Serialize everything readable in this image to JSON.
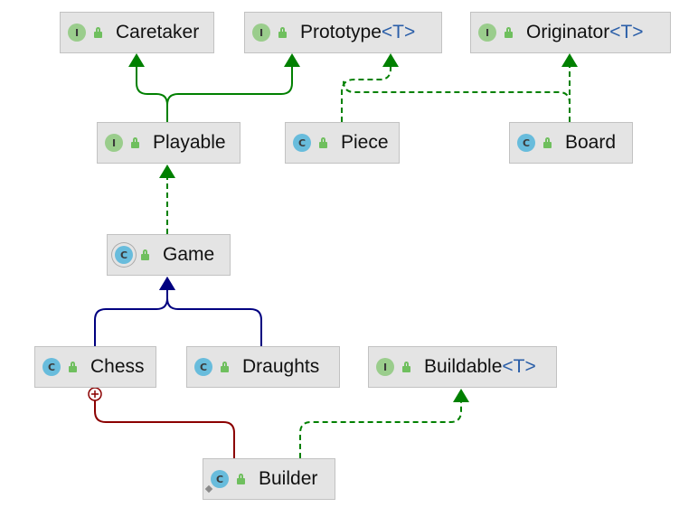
{
  "nodes": [
    {
      "id": "caretaker",
      "name": "Caretaker",
      "type_param": "",
      "kind": "interface",
      "badge": "I"
    },
    {
      "id": "prototype",
      "name": "Prototype",
      "type_param": "<T>",
      "kind": "interface",
      "badge": "I"
    },
    {
      "id": "originator",
      "name": "Originator",
      "type_param": "<T>",
      "kind": "interface",
      "badge": "I"
    },
    {
      "id": "playable",
      "name": "Playable",
      "type_param": "",
      "kind": "interface",
      "badge": "I"
    },
    {
      "id": "piece",
      "name": "Piece",
      "type_param": "",
      "kind": "class",
      "badge": "C"
    },
    {
      "id": "board",
      "name": "Board",
      "type_param": "",
      "kind": "class",
      "badge": "C"
    },
    {
      "id": "game",
      "name": "Game",
      "type_param": "",
      "kind": "abstract",
      "badge": "C"
    },
    {
      "id": "chess",
      "name": "Chess",
      "type_param": "",
      "kind": "class",
      "badge": "C"
    },
    {
      "id": "draughts",
      "name": "Draughts",
      "type_param": "",
      "kind": "class",
      "badge": "C"
    },
    {
      "id": "buildable",
      "name": "Buildable",
      "type_param": "<T>",
      "kind": "interface",
      "badge": "I"
    },
    {
      "id": "builder",
      "name": "Builder",
      "type_param": "",
      "kind": "class",
      "badge": "C"
    }
  ],
  "relations": [
    {
      "from": "playable",
      "to": "caretaker",
      "type": "extends-interface"
    },
    {
      "from": "playable",
      "to": "prototype",
      "type": "extends-interface"
    },
    {
      "from": "piece",
      "to": "prototype",
      "type": "implements"
    },
    {
      "from": "board",
      "to": "prototype",
      "type": "implements"
    },
    {
      "from": "board",
      "to": "originator",
      "type": "implements"
    },
    {
      "from": "game",
      "to": "playable",
      "type": "implements"
    },
    {
      "from": "chess",
      "to": "game",
      "type": "extends"
    },
    {
      "from": "draughts",
      "to": "game",
      "type": "extends"
    },
    {
      "from": "builder",
      "to": "chess",
      "type": "inner-class"
    },
    {
      "from": "builder",
      "to": "buildable",
      "type": "implements"
    }
  ],
  "colors": {
    "extends-interface": "#008000",
    "implements": "#008000",
    "extends": "#000080",
    "inner-class": "#8b0000",
    "node_fill": "#e4e4e4",
    "node_border": "#c2c2c2",
    "interface_badge": "#9acd8c",
    "class_badge": "#68bcdc",
    "type_param": "#2a5ea8"
  }
}
